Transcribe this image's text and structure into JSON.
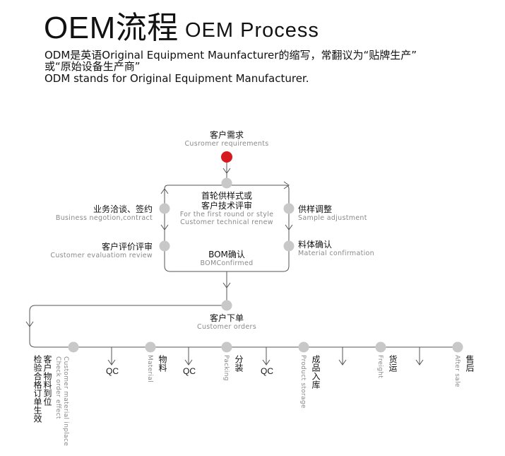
{
  "header": {
    "title_main": "OEM流程",
    "title_sub": "OEM Process",
    "intro_line1": "ODM是英语Original Equipment Maunfacturer的缩写，常翻议为“贴牌生产”",
    "intro_line2": "或“原始设备生产商”",
    "intro_line3": "ODM stands for Original Equipment Manufacturer."
  },
  "nodes": {
    "customer_requirements": {
      "zh": "客户需求",
      "en": "Cusromer requirements"
    },
    "first_round": {
      "zh1": "首轮供样式或",
      "zh2": "客户技术评审",
      "en1": "For the first round or style",
      "en2": "Customer technical renew"
    },
    "business_negotiation": {
      "zh": "业务洽谈、签约",
      "en": "Business negotion,contract"
    },
    "sample_adjustment": {
      "zh": "供样调整",
      "en": "Sample adjustment"
    },
    "customer_evaluation": {
      "zh": "客户评价评审",
      "en": "Customer evaluatiom review"
    },
    "material_confirmation": {
      "zh": "料体确认",
      "en": "Material confirmation"
    },
    "bom_confirmed": {
      "zh": "BOM确认",
      "en": "BOMConfirmed"
    },
    "customer_orders": {
      "zh": "客户下单",
      "en": "Customer orders"
    }
  },
  "bottom": {
    "check_order": {
      "zh1": "客户物料到位",
      "zh2": "检验合格订单生效",
      "en1": "Customer material inplace",
      "en2": "Check order effect"
    },
    "qc": "QC",
    "material": {
      "zh": "物料",
      "en": "Material"
    },
    "packing": {
      "zh": "分装",
      "en": "Packing"
    },
    "product_storage": {
      "zh": "成品入库",
      "en": "Product storage"
    },
    "freight": {
      "zh": "货运",
      "en": "Freight"
    },
    "after_sale": {
      "zh": "售后",
      "en": "After sale"
    }
  },
  "colors": {
    "start_node": "#d71920",
    "node": "#c8c8c8",
    "line": "#555555",
    "english_text": "#8a8a8a"
  }
}
